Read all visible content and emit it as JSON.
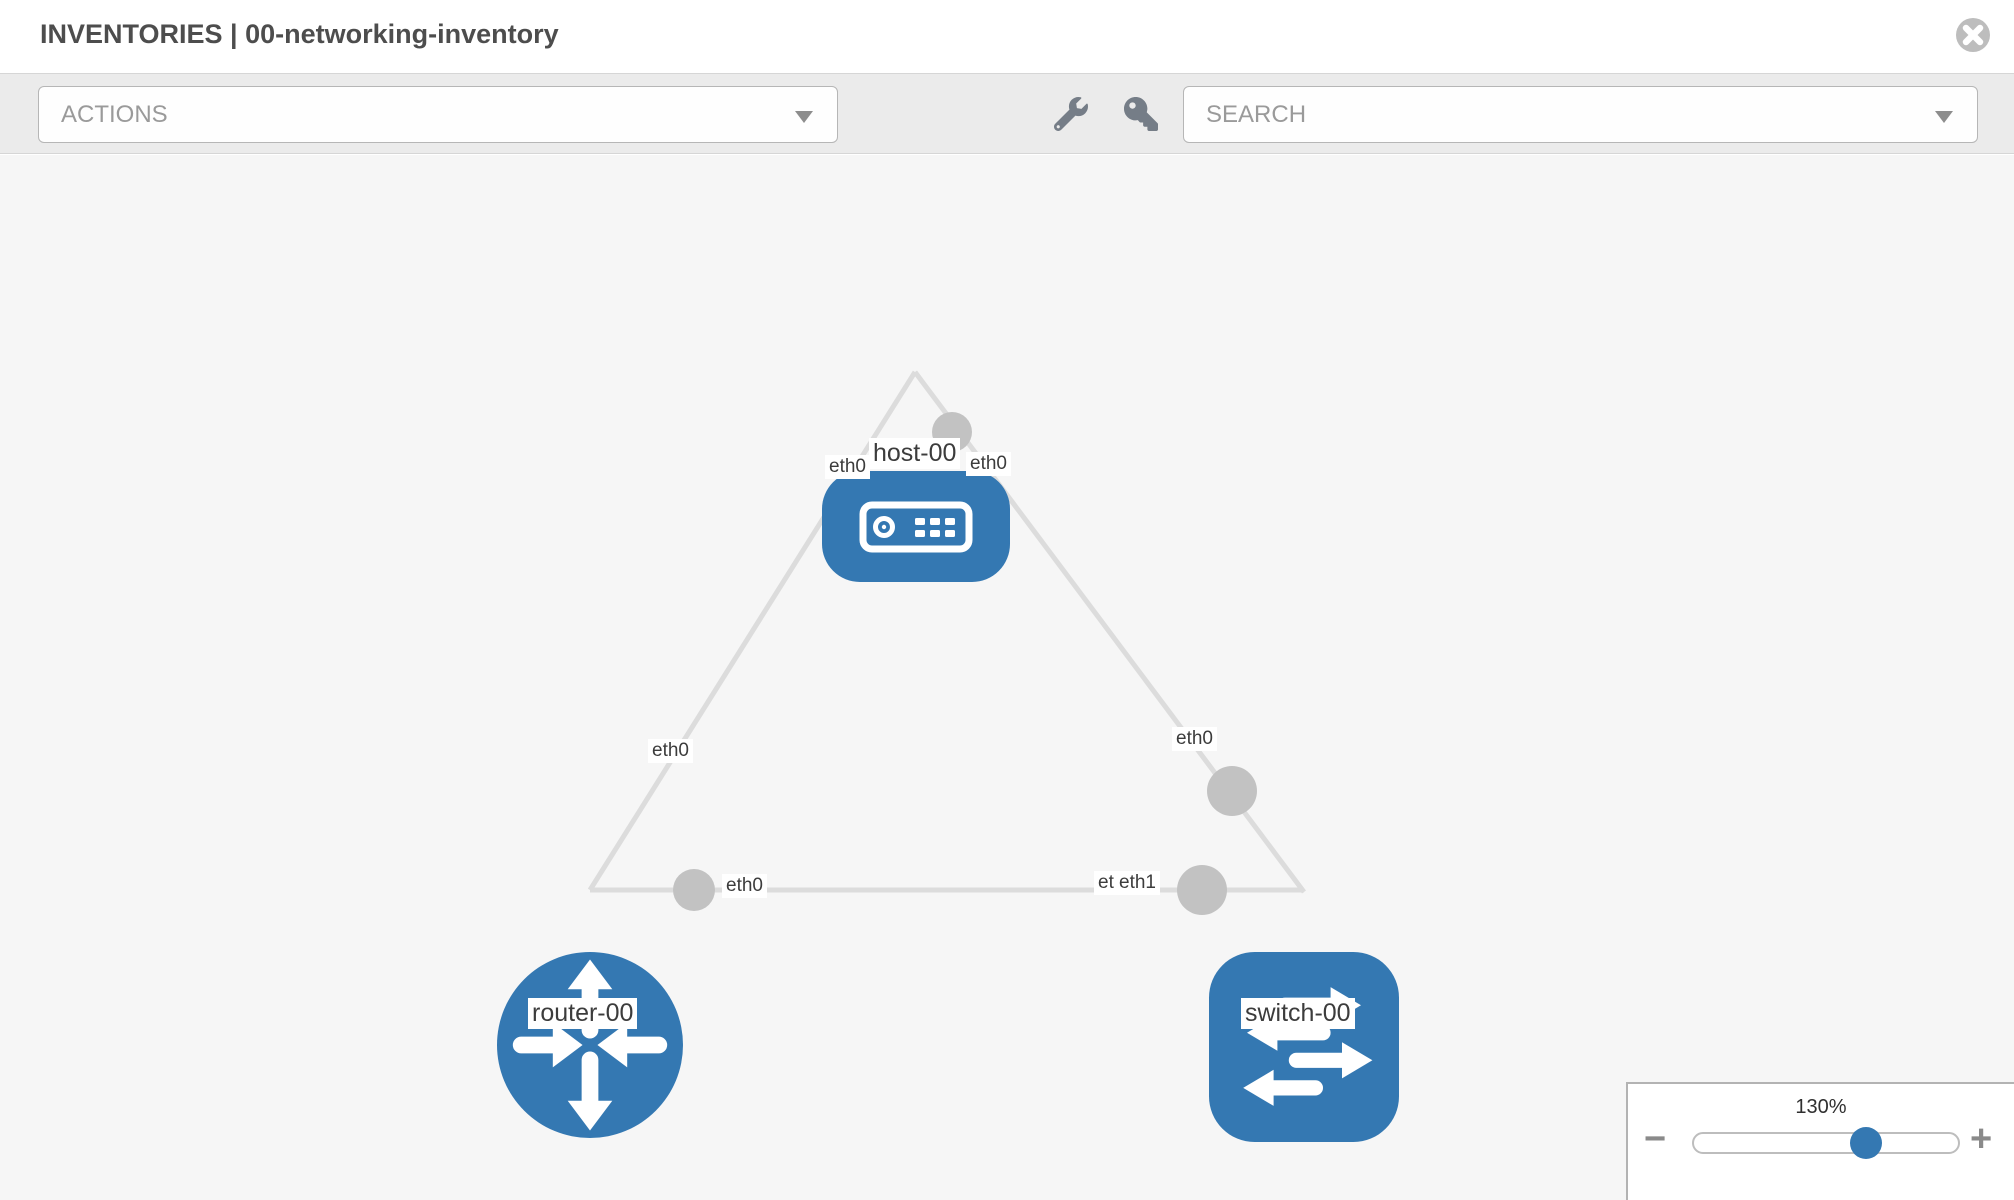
{
  "header": {
    "title": "INVENTORIES | 00-networking-inventory"
  },
  "toolbar": {
    "actions_label": "ACTIONS",
    "search_placeholder": "SEARCH",
    "icons": [
      "wrench-icon",
      "key-icon"
    ]
  },
  "topology": {
    "nodes": [
      {
        "id": "host-00",
        "type": "host",
        "label": "host-00"
      },
      {
        "id": "router-00",
        "type": "router",
        "label": "router-00"
      },
      {
        "id": "switch-00",
        "type": "switch",
        "label": "switch-00"
      }
    ],
    "links": [
      {
        "from": "router-00",
        "to": "host-00",
        "from_if": "eth0",
        "to_if": "eth0"
      },
      {
        "from": "host-00",
        "to": "switch-00",
        "from_if": "eth0",
        "to_if": "eth0"
      },
      {
        "from": "router-00",
        "to": "switch-00",
        "from_if": "eth0",
        "to_if": "eth1"
      }
    ],
    "interface_labels": {
      "host_left": "eth0",
      "host_right": "eth0",
      "router_link_mid": "eth0",
      "switch_link_mid": "eth0",
      "mid_router_side": "eth0",
      "mid_switch_under": "eth0",
      "mid_switch_over": "eth1"
    }
  },
  "zoom_control": {
    "value": "130%",
    "minus_label": "−",
    "plus_label": "+"
  },
  "colors": {
    "node_blue": "#3478b2",
    "link_gray": "#dcdcdc",
    "port_dot_gray": "#c2c2c2",
    "canvas_bg": "#f6f6f6",
    "toolbar_bg": "#ebebeb"
  }
}
